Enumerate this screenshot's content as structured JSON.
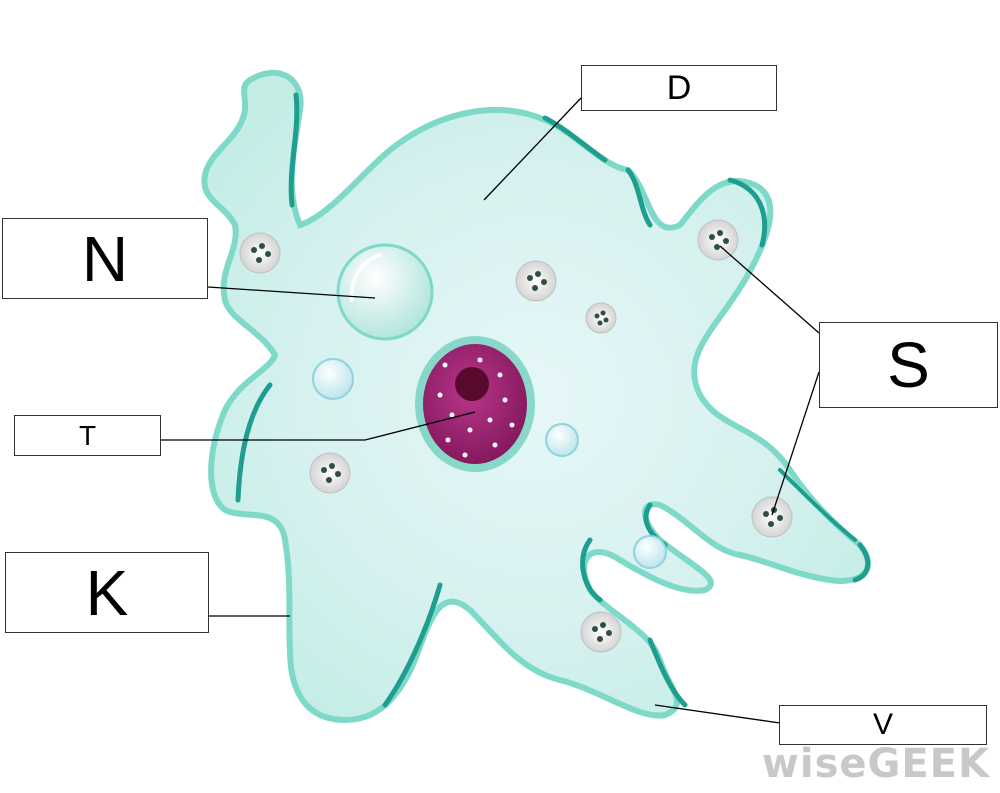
{
  "diagram": {
    "subject": "amoeba",
    "colors": {
      "cytoplasm": "#dff5f3",
      "membrane_edge": "#1f9e8f",
      "membrane_light": "#7fd9c8",
      "nucleus": "#9c1e6e",
      "nucleolus": "#5a0a2e",
      "vacuole": "#c9eef0",
      "food_vacuole": "#d9d9d9",
      "label_border": "#333333",
      "leader_line": "#000000"
    },
    "labels": {
      "D": "D",
      "N": "N",
      "T": "T",
      "S": "S",
      "K": "K",
      "V": "V"
    }
  },
  "watermark": {
    "text": "wiseGEEK"
  }
}
